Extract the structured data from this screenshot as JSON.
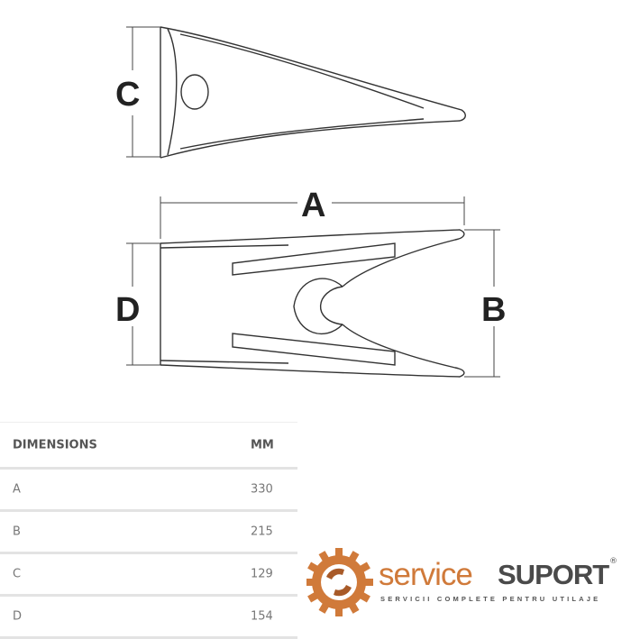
{
  "drawing": {
    "labels": {
      "a": "A",
      "b": "B",
      "c": "C",
      "d": "D"
    }
  },
  "table": {
    "header": {
      "dimension": "DIMENSIONS",
      "unit": "MM"
    },
    "rows": [
      {
        "dimension": "A",
        "value": "330"
      },
      {
        "dimension": "B",
        "value": "215"
      },
      {
        "dimension": "C",
        "value": "129"
      },
      {
        "dimension": "D",
        "value": "154"
      }
    ]
  },
  "logo": {
    "brand_light": "service",
    "brand_bold": "SUPORT",
    "registered": "®",
    "tagline": "SERVICII COMPLETE PENTRU UTILAJE",
    "colors": {
      "orange": "#d07a3a",
      "gray": "#4a4a4a"
    }
  }
}
